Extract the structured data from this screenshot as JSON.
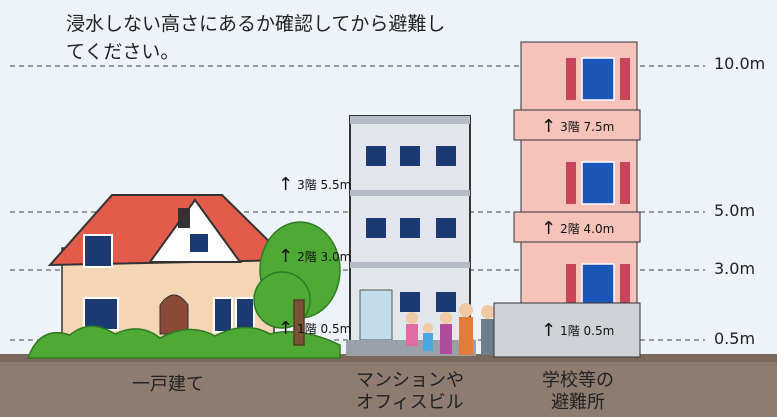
{
  "intro_text": "浸水しない高さにあるか確認してから避難してください。",
  "levels": [
    "10.0m",
    "5.0m",
    "3.0m",
    "0.5m"
  ],
  "mansion_floors": [
    {
      "arrow": "↑",
      "text": "3階 5.5m"
    },
    {
      "arrow": "↑",
      "text": "2階 3.0m"
    },
    {
      "arrow": "↑",
      "text": "1階 0.5m"
    }
  ],
  "school_floors": [
    {
      "arrow": "↑",
      "text": "3階 7.5m"
    },
    {
      "arrow": "↑",
      "text": "2階 4.0m"
    },
    {
      "arrow": "↑",
      "text": "1階 0.5m"
    }
  ],
  "labels": {
    "house": "一戸建て",
    "mansion_line1": "マンションや",
    "mansion_line2": "オフィスビル",
    "school_line1": "学校等の",
    "school_line2": "避難所"
  },
  "colors": {
    "ground": "#8c7a6e",
    "roof": "#e0584a",
    "school_wall": "#f6c3bb",
    "building_wall": "#e3e6ea",
    "window": "#1b3a72",
    "tree": "#4ea935"
  }
}
